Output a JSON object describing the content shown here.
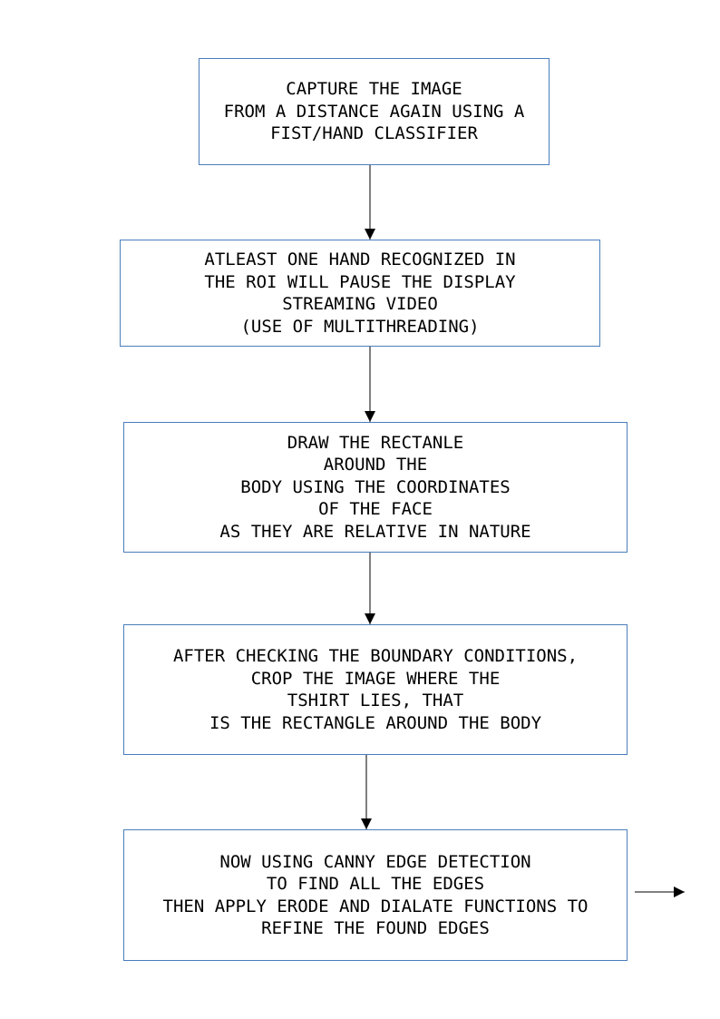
{
  "flowchart": {
    "steps": [
      {
        "lines": [
          "CAPTURE THE IMAGE",
          "FROM A DISTANCE AGAIN USING A",
          "FIST/HAND CLASSIFIER"
        ]
      },
      {
        "lines": [
          "ATLEAST ONE HAND RECOGNIZED IN",
          "THE ROI WILL PAUSE THE DISPLAY",
          "STREAMING VIDEO",
          "(USE OF MULTITHREADING)"
        ]
      },
      {
        "lines": [
          "DRAW THE RECTANLE",
          "AROUND THE",
          "BODY USING THE COORDINATES",
          "OF THE FACE",
          "AS THEY ARE RELATIVE IN NATURE"
        ]
      },
      {
        "lines": [
          "AFTER CHECKING THE BOUNDARY CONDITIONS,",
          "CROP THE IMAGE WHERE THE",
          "TSHIRT LIES, THAT",
          "IS THE RECTANGLE AROUND THE BODY"
        ]
      },
      {
        "lines": [
          "NOW USING CANNY EDGE DETECTION",
          "TO FIND ALL THE EDGES",
          "THEN APPLY ERODE AND DIALATE FUNCTIONS TO",
          "REFINE THE FOUND EDGES"
        ]
      }
    ]
  },
  "colors": {
    "box_border": "#4a7ebb",
    "arrow": "#000000",
    "text": "#000000"
  }
}
